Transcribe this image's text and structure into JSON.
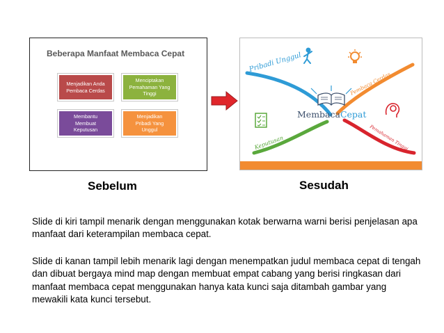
{
  "left_slide": {
    "title": "Beberapa Manfaat Membaca Cepat",
    "boxes": [
      {
        "text": "Menjadikan Anda\nPembaca Cerdas",
        "color": "#b94a4a"
      },
      {
        "text": "Menciptakan\nPemahaman Yang\nTinggi",
        "color": "#8cb23e"
      },
      {
        "text": "Membantu\nMembuat\nKeputusan",
        "color": "#7a4b9a"
      },
      {
        "text": "Menjadikan\nPribadi Yang\nUnggul",
        "color": "#f5923e"
      }
    ]
  },
  "right_slide": {
    "center_title_part1": "Membaca",
    "center_title_part2": "Cepat",
    "branches": {
      "pribadi": "Pribadi Unggul",
      "cerdas": "Pembaca Cerdas",
      "keputusan": "Keputusan",
      "pemahaman": "Pemahaman Tinggi"
    },
    "colors": {
      "blue": "#2e9bd6",
      "orange": "#f28b30",
      "green": "#5aa83c",
      "red": "#d8242d",
      "dark": "#3c4f6b"
    }
  },
  "arrow_color": "#e0262b",
  "labels": {
    "before": "Sebelum",
    "after": "Sesudah"
  },
  "paragraphs": [
    "Slide di kiri tampil menarik dengan menggunakan kotak berwarna warni berisi penjelasan apa manfaat dari keterampilan membaca cepat.",
    "Slide di kanan tampil lebih menarik lagi dengan menempatkan judul membaca cepat di tengah dan dibuat bergaya mind map dengan membuat empat cabang yang berisi ringkasan dari manfaat membaca cepat menggunakan hanya kata kunci saja ditambah gambar yang mewakili kata kunci tersebut."
  ]
}
